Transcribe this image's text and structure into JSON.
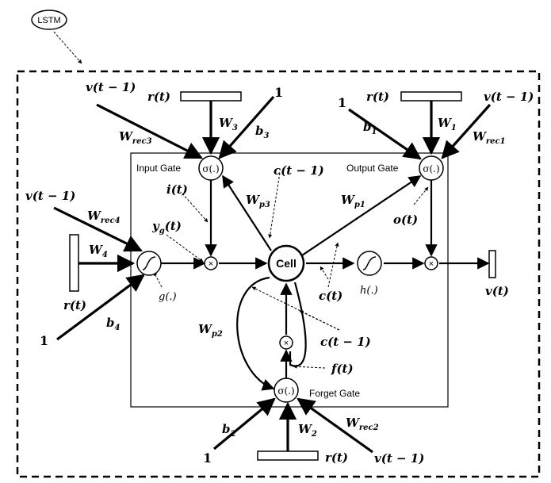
{
  "badge": "LSTM",
  "gates": {
    "input": "Input Gate",
    "output": "Output Gate",
    "forget": "Forget Gate"
  },
  "nodes": {
    "sigma": "σ(.)",
    "cell": "Cell",
    "mult": "×",
    "h": "h(.)",
    "g": "g(.)"
  },
  "labels": {
    "v_tm1": "v(t − 1)",
    "r_t": "r(t)",
    "one": "1",
    "v_t": "v(t)",
    "W1": "W",
    "W2": "W",
    "W3": "W",
    "W4": "W",
    "b1": "b",
    "b2": "b",
    "b3": "b",
    "b4": "b",
    "Wrec1": "W",
    "Wrec2": "W",
    "Wrec3": "W",
    "Wrec4": "W",
    "Wp1": "W",
    "Wp2": "W",
    "Wp3": "W",
    "sub1": "1",
    "sub2": "2",
    "sub3": "3",
    "sub4": "4",
    "subrec1": "rec1",
    "subrec2": "rec2",
    "subrec3": "rec3",
    "subrec4": "rec4",
    "subp1": "p1",
    "subp2": "p2",
    "subp3": "p3",
    "i_t": "i(t)",
    "o_t": "o(t)",
    "f_t": "f(t)",
    "yg": "y",
    "yg_sub": "g",
    "yg_arg": "(t)",
    "c_t": "c(t)",
    "c_tm1": "c(t − 1)"
  }
}
